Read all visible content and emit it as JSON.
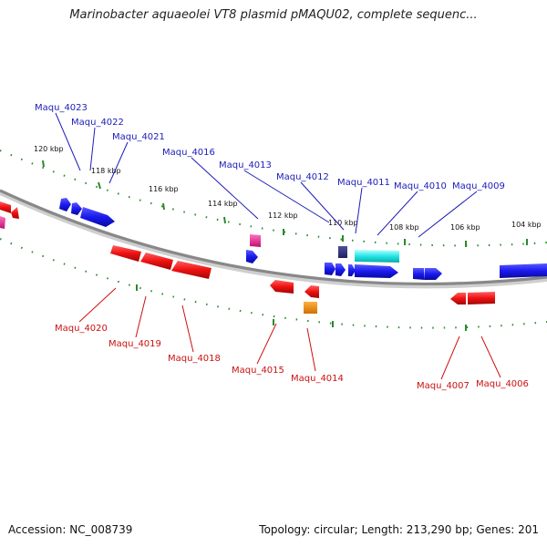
{
  "title": "Marinobacter aquaeolei VT8 plasmid pMAQU02, complete sequenc...",
  "footer": {
    "accession": "Accession: NC_008739",
    "summary": "Topology: circular; Length: 213,290 bp; Genes: 201"
  },
  "colors": {
    "forward": "#1a1aee",
    "reverse": "#ee1111",
    "backbone": "#888888",
    "ticks": "#2a8a2a",
    "label_forward": "#1c1cb8",
    "label_reverse": "#cc1111"
  },
  "kbp_labels": [
    "120 kbp",
    "118 kbp",
    "116 kbp",
    "114 kbp",
    "112 kbp",
    "110 kbp",
    "108 kbp",
    "106 kbp",
    "104 kbp"
  ],
  "forward_labels": [
    "Maqu_4023",
    "Maqu_4022",
    "Maqu_4021",
    "Maqu_4016",
    "Maqu_4013",
    "Maqu_4012",
    "Maqu_4011",
    "Maqu_4010",
    "Maqu_4009"
  ],
  "reverse_labels": [
    "Maqu_4020",
    "Maqu_4019",
    "Maqu_4018",
    "Maqu_4015",
    "Maqu_4014",
    "Maqu_4007",
    "Maqu_4006"
  ]
}
